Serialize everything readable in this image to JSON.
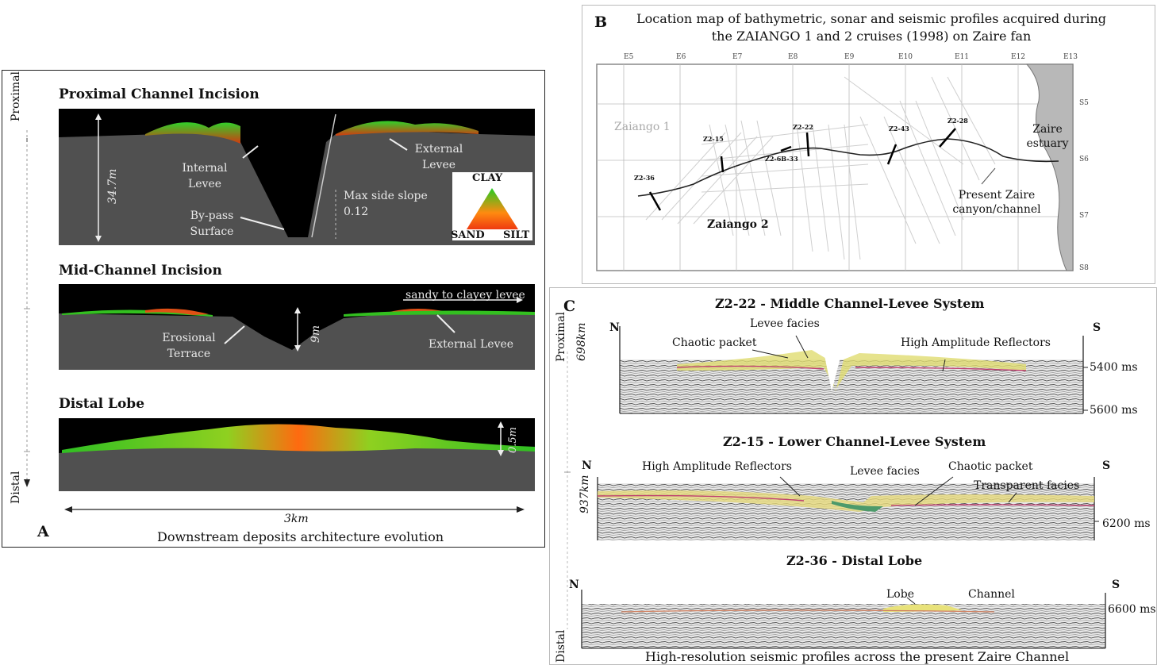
{
  "panelA": {
    "letter": "A",
    "caption": "Downstream deposits architecture evolution",
    "axis_top": "Proximal",
    "axis_bottom": "Distal",
    "scale_label": "3km",
    "proximal": {
      "title": "Proximal Channel Incision",
      "depth": "34.7m",
      "internal_levee": "Internal Levee",
      "external_levee": "External Levee",
      "bypass": "By-pass Surface",
      "max_slope": "Max side slope 0.12",
      "legend": {
        "clay": "CLAY",
        "sand": "SAND",
        "silt": "SILT"
      }
    },
    "mid": {
      "title": "Mid-Channel Incision",
      "depth": "9m",
      "levee_note": "sandy to clayey levee",
      "erosional_terrace": "Erosional Terrace",
      "external_levee": "External Levee"
    },
    "distal": {
      "title": "Distal Lobe",
      "depth": "0.5m"
    }
  },
  "panelB": {
    "letter": "B",
    "title_line1": "Location map of bathymetric, sonar and seismic profiles acquired during",
    "title_line2": "the ZAIANGO 1 and 2 cruises (1998) on Zaire fan",
    "lon_ticks": [
      "E5",
      "E6",
      "E7",
      "E8",
      "E9",
      "E10",
      "E11",
      "E12",
      "E13"
    ],
    "lat_ticks": [
      "S5",
      "S6",
      "S7",
      "S8"
    ],
    "zaiango1": "Zaiango 1",
    "zaiango2": "Zaiango 2",
    "estuary": "Zaire estuary",
    "canyon": "Present Zaire canyon/channel",
    "profiles": [
      "Z2-36",
      "Z2-15",
      "Z2-22",
      "Z2-43",
      "Z2-28",
      "Z2-6B-33"
    ]
  },
  "panelC": {
    "letter": "C",
    "caption": "High-resolution seismic profiles across the present Zaire Channel",
    "axis_top": "Proximal",
    "axis_bottom": "Distal",
    "p1": {
      "title": "Z2-22 - Middle Channel-Levee System",
      "dist": "698km",
      "n": "N",
      "s": "S",
      "levee_facies": "Levee facies",
      "chaotic": "Chaotic packet",
      "har": "High Amplitude Reflectors",
      "t1": "5400 ms",
      "t2": "5600 ms"
    },
    "p2": {
      "title": "Z2-15 - Lower Channel-Levee System",
      "dist": "937km",
      "n": "N",
      "s": "S",
      "har": "High Amplitude Reflectors",
      "levee_facies": "Levee facies",
      "chaotic": "Chaotic packet",
      "transparent": "Transparent facies",
      "t1": "6200 ms"
    },
    "p3": {
      "title": "Z2-36 - Distal Lobe",
      "n": "N",
      "s": "S",
      "lobe": "Lobe",
      "channel": "Channel",
      "t1": "6600 ms"
    }
  }
}
